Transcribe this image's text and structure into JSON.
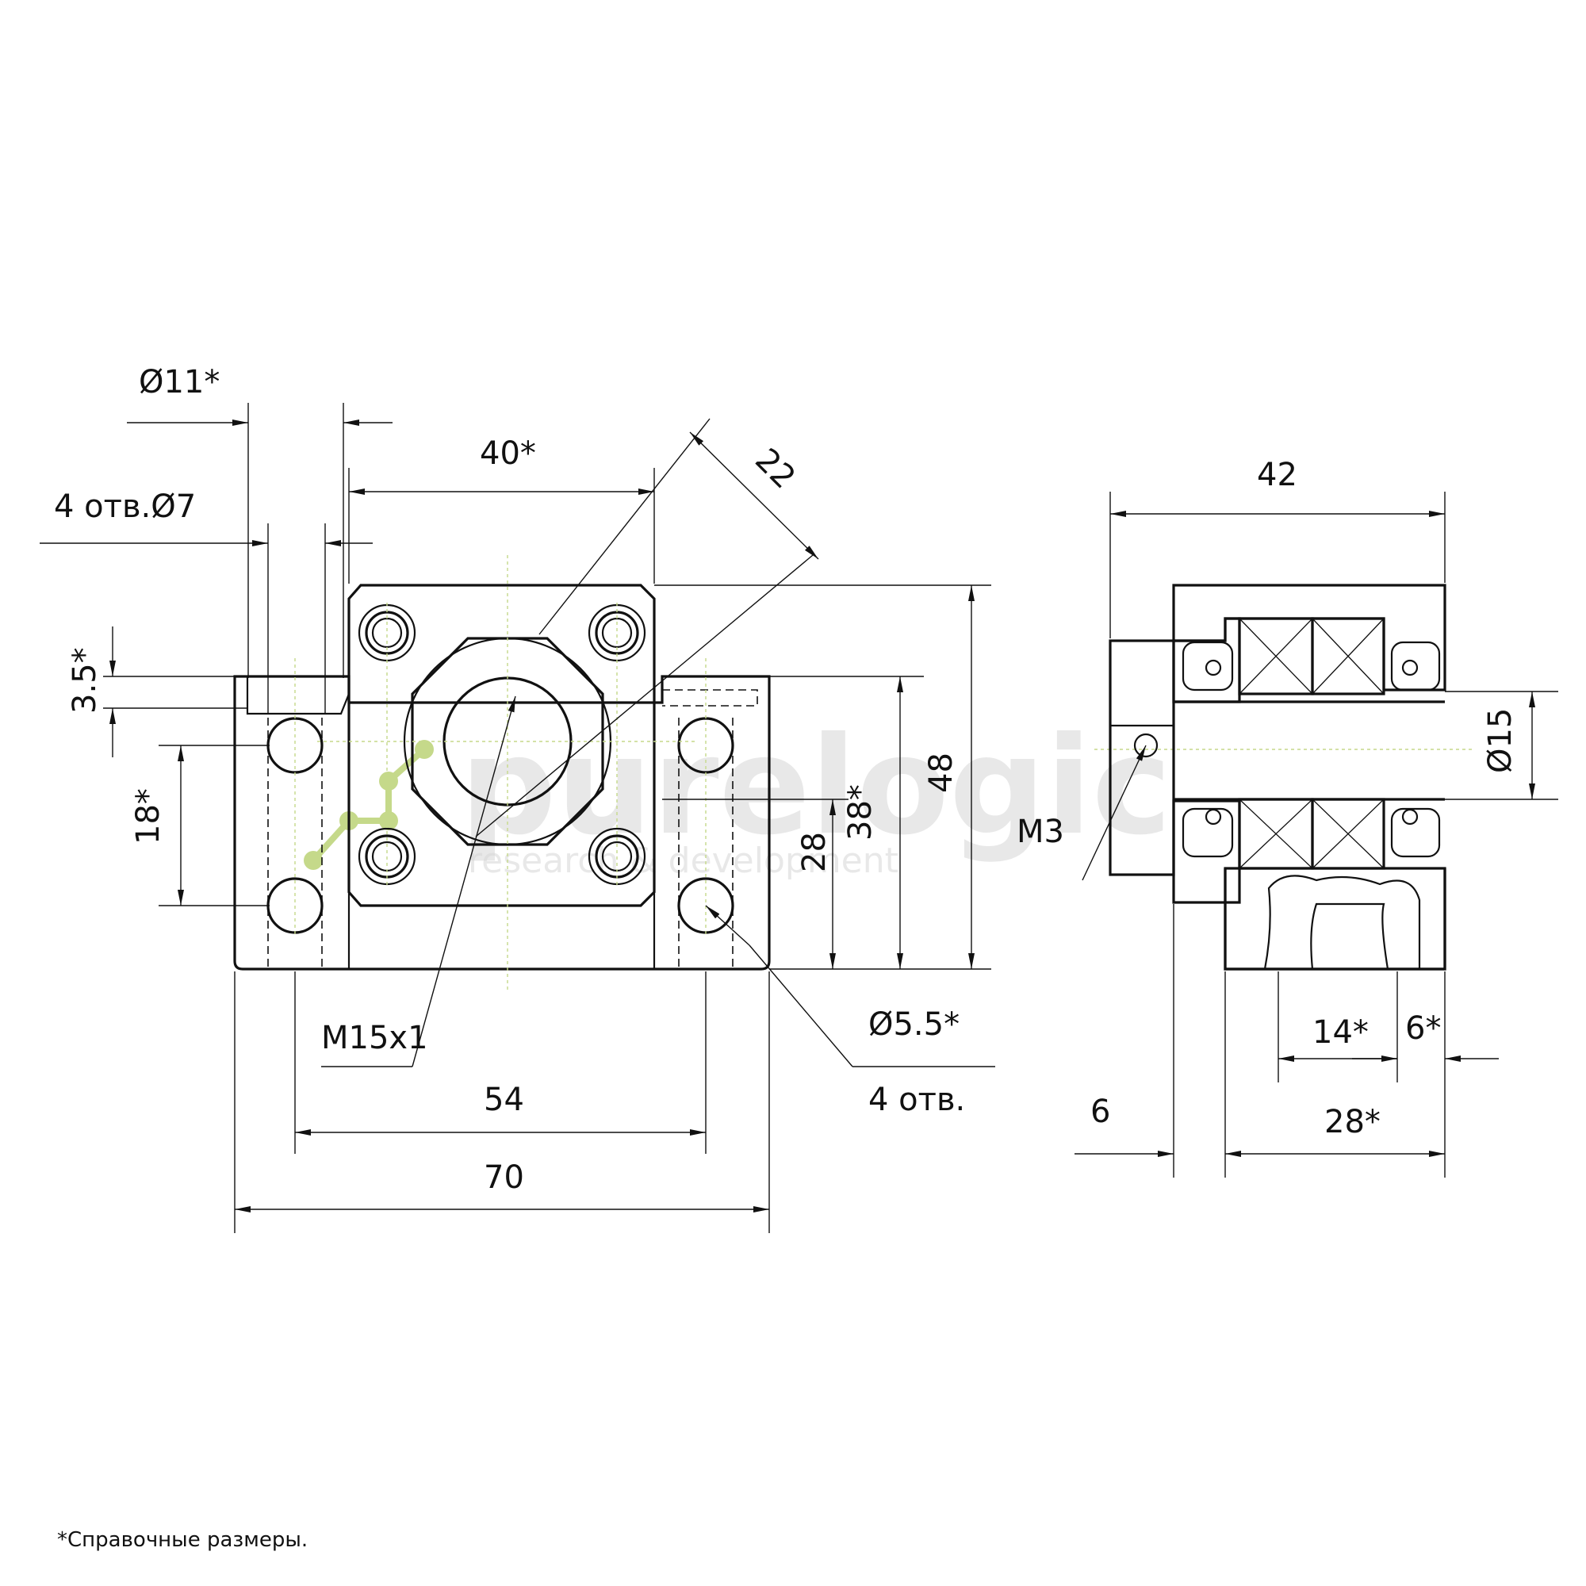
{
  "watermark": {
    "brand": "purelogic",
    "tagline": "research & development",
    "color": "#c5d98a"
  },
  "front_view": {
    "dims": {
      "hole_dia_top": "Ø11*",
      "bore_holes": "4 отв.Ø7",
      "flange_width": "40*",
      "diag_22": "22",
      "step_height": "3.5*",
      "hole_spacing_v": "18*",
      "height_28": "28",
      "height_38": "38*",
      "height_48": "48",
      "thread": "M15x1",
      "mount_hole_dia": "Ø5.5*",
      "mount_holes": "4 отв.",
      "hole_spacing_h": "54",
      "overall_width": "70"
    }
  },
  "side_view": {
    "dims": {
      "overall_length": "42",
      "shaft_dia": "Ø15",
      "set_screw": "M3",
      "dim_14": "14*",
      "dim_6_right": "6*",
      "dim_6_left": "6",
      "dim_28": "28*"
    }
  },
  "footnote": "*Справочные размеры."
}
